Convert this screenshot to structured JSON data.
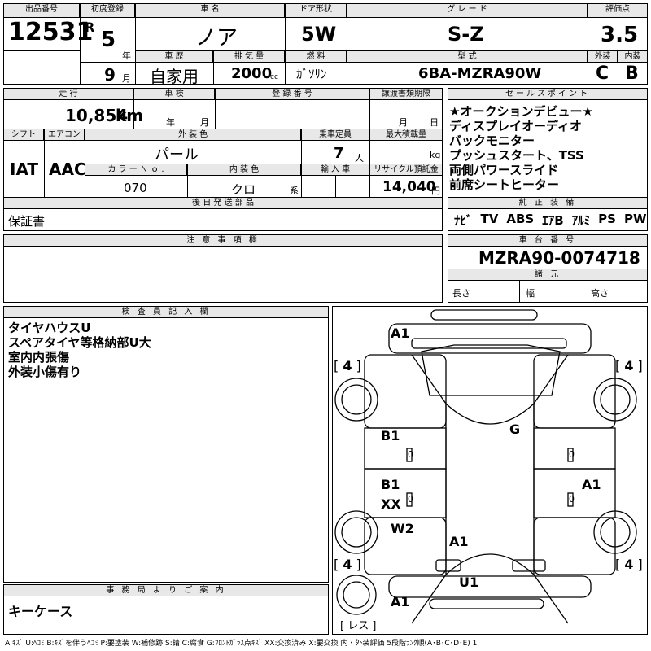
{
  "top": {
    "lot_label": "出品番号",
    "lot_no": "12531",
    "first_reg_label": "初度登録",
    "era": "R",
    "year": "5",
    "year_unit": "年",
    "month": "9",
    "month_unit": "月",
    "name_label": "車 名",
    "name": "ノア",
    "door_label": "ドア形状",
    "door": "5W",
    "grade_label": "グ レ ー ド",
    "grade": "S-Z",
    "score_label": "評価点",
    "score": "3.5",
    "history_label": "車 歴",
    "history": "自家用",
    "disp_label": "排 気 量",
    "disp": "2000",
    "disp_unit": "cc",
    "fuel_label": "燃 料",
    "fuel": "ｶﾞｿﾘﾝ",
    "model_label": "型 式",
    "model": "6BA-MZRA90W",
    "ext_label": "外装",
    "ext": "C",
    "int_label": "内装",
    "int": "B"
  },
  "mid": {
    "mileage_label": "走 行",
    "mileage": "10,854",
    "mileage_unit": "km",
    "inspect_label": "車 検",
    "inspect_year_unit": "年",
    "inspect_month_unit": "月",
    "regno_label": "登 録 番 号",
    "transfer_label": "譲渡書類期限",
    "transfer_month_unit": "月",
    "transfer_day_unit": "日",
    "shift_label": "シフト",
    "shift": "IAT",
    "ac_label": "エアコン",
    "ac": "AAC",
    "color_label": "外 装 色",
    "color": "パール",
    "cap_label": "乗車定員",
    "cap": "7",
    "cap_unit": "人",
    "load_label": "最大積載量",
    "load_unit": "kg",
    "colorno_label": "カ ラ ー Ｎ ｏ .",
    "colorno": "070",
    "intcolor_label": "内 装 色",
    "intcolor": "クロ",
    "intcolor_unit": "系",
    "import_label": "輸 入 車",
    "recycle_label": "リサイクル預託金",
    "recycle": "14,040",
    "recycle_unit": "円",
    "later_label": "後 日 発 送 部 品",
    "later": "保証書"
  },
  "sales": {
    "label": "セールスポイント",
    "lines": [
      "★オークションデビュー★",
      "ディスプレイオーディオ",
      "バックモニター",
      "プッシュスタート、TSS",
      "両側パワースライド",
      "前席シートヒーター"
    ]
  },
  "equip": {
    "label": "純 正 装 備",
    "items": [
      "ﾅﾋﾞ",
      "TV",
      "ABS",
      "ｴｱB",
      "ｱﾙﾐ",
      "PS",
      "PW"
    ]
  },
  "notes": {
    "label": "注 意 事 項 欄"
  },
  "chassis": {
    "label": "車 台 番 号",
    "value": "MZRA90-0074718",
    "spec_label": "諸 元",
    "length": "長さ",
    "width": "幅",
    "height": "高さ"
  },
  "inspector": {
    "label": "検 査 員 記 入 欄",
    "lines": [
      "タイヤハウスU",
      "スペアタイヤ等格納部U大",
      "室内内張傷",
      "外装小傷有り"
    ]
  },
  "office": {
    "label": "事 務 局 よ り ご 案 内",
    "text": "キーケース"
  },
  "diagram": {
    "marks": {
      "a1_top": "A1",
      "b1_upper": "B1",
      "b1_lower": "B1",
      "xx": "XX",
      "w2": "W2",
      "g": "G",
      "a1_right": "A1",
      "a1_floor": "A1",
      "u1": "U1",
      "a1_bottom": "A1",
      "zero1": "0",
      "zero2": "0",
      "zero3": "0",
      "zero4": "0"
    },
    "tire_fl": "4",
    "tire_fr": "4",
    "tire_rl": "4",
    "tire_rr": "4",
    "spare": "レス"
  },
  "legend": "A:ｷｽﾞ U:ﾍｺﾐ B:ｷｽﾞを伴うﾍｺﾐ P:要塗装 W:補修跡 S:錆 C:腐食 G:ﾌﾛﾝﾄｶﾞﾗｽ点ｷｽﾞ XX:交換済み X:要交換 内・外装評価 5段階ﾗﾝｸ順(A･B･C･D･E) 1"
}
